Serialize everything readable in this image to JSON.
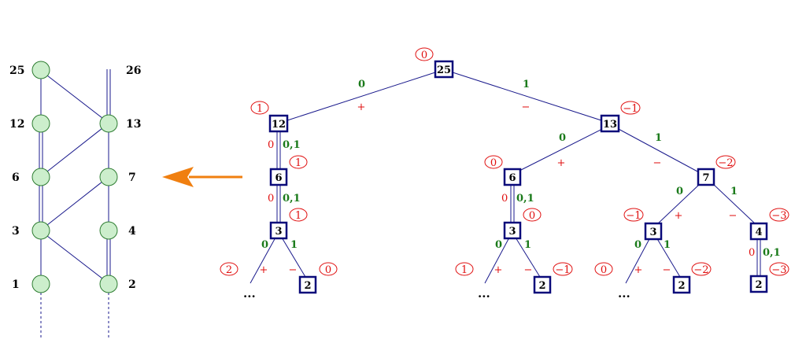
{
  "lattice": {
    "left_labels": [
      "25",
      "12",
      "6",
      "3",
      "1"
    ],
    "right_labels": [
      "26",
      "13",
      "7",
      "4",
      "2"
    ]
  },
  "tree": {
    "nodes": {
      "n25": "25",
      "n12": "12",
      "n13": "13",
      "n6a": "6",
      "n3a": "3",
      "n2a": "2",
      "n6b": "6",
      "n3b": "3",
      "n2b": "2",
      "n7": "7",
      "n3c": "3",
      "n2c": "2",
      "n4": "4",
      "n2d": "2"
    },
    "badges": {
      "b25": "0",
      "b12": "1",
      "b13": "−1",
      "b6a": "1",
      "b3a": "1",
      "b_l1": "2",
      "b_r1": "0",
      "b6b": "0",
      "b3b": "0",
      "b_l2": "1",
      "b_r2": "−1",
      "b7": "−2",
      "b3c": "−1",
      "b4": "−3",
      "b_l3": "0",
      "b_r3": "−2",
      "b2d": "−3"
    },
    "edge_labels": {
      "e25_12": "0",
      "e25_13": "1",
      "e12_6_red": "0",
      "e12_6_green": "0,1",
      "e6_3_red": "0",
      "e6_3_green": "0,1",
      "e3a_left": "0",
      "e3a_right": "1",
      "e13_6": "0",
      "e13_7": "1",
      "e6b_3_red": "0",
      "e6b_3_green": "0,1",
      "e3b_left": "0",
      "e3b_right": "1",
      "e7_3": "0",
      "e7_4": "1",
      "e3c_left": "0",
      "e3c_right": "1",
      "e4_2_red": "0",
      "e4_2_green": "0,1"
    },
    "signs": {
      "s25_12": "+",
      "s25_13": "−",
      "s3a_l": "+",
      "s3a_r": "−",
      "s13_6": "+",
      "s13_7": "−",
      "s3b_l": "+",
      "s3b_r": "−",
      "s7_3": "+",
      "s7_4": "−",
      "s3c_l": "+",
      "s3c_r": "−"
    },
    "ellipsis": "..."
  },
  "colors": {
    "node_fill": "#cceecc",
    "node_stroke": "#2e7d32",
    "line": "#1a1a8c",
    "box": "#0a0a7a",
    "red": "#e01010",
    "green": "#1a7a1a",
    "arrow": "#f07f10"
  }
}
